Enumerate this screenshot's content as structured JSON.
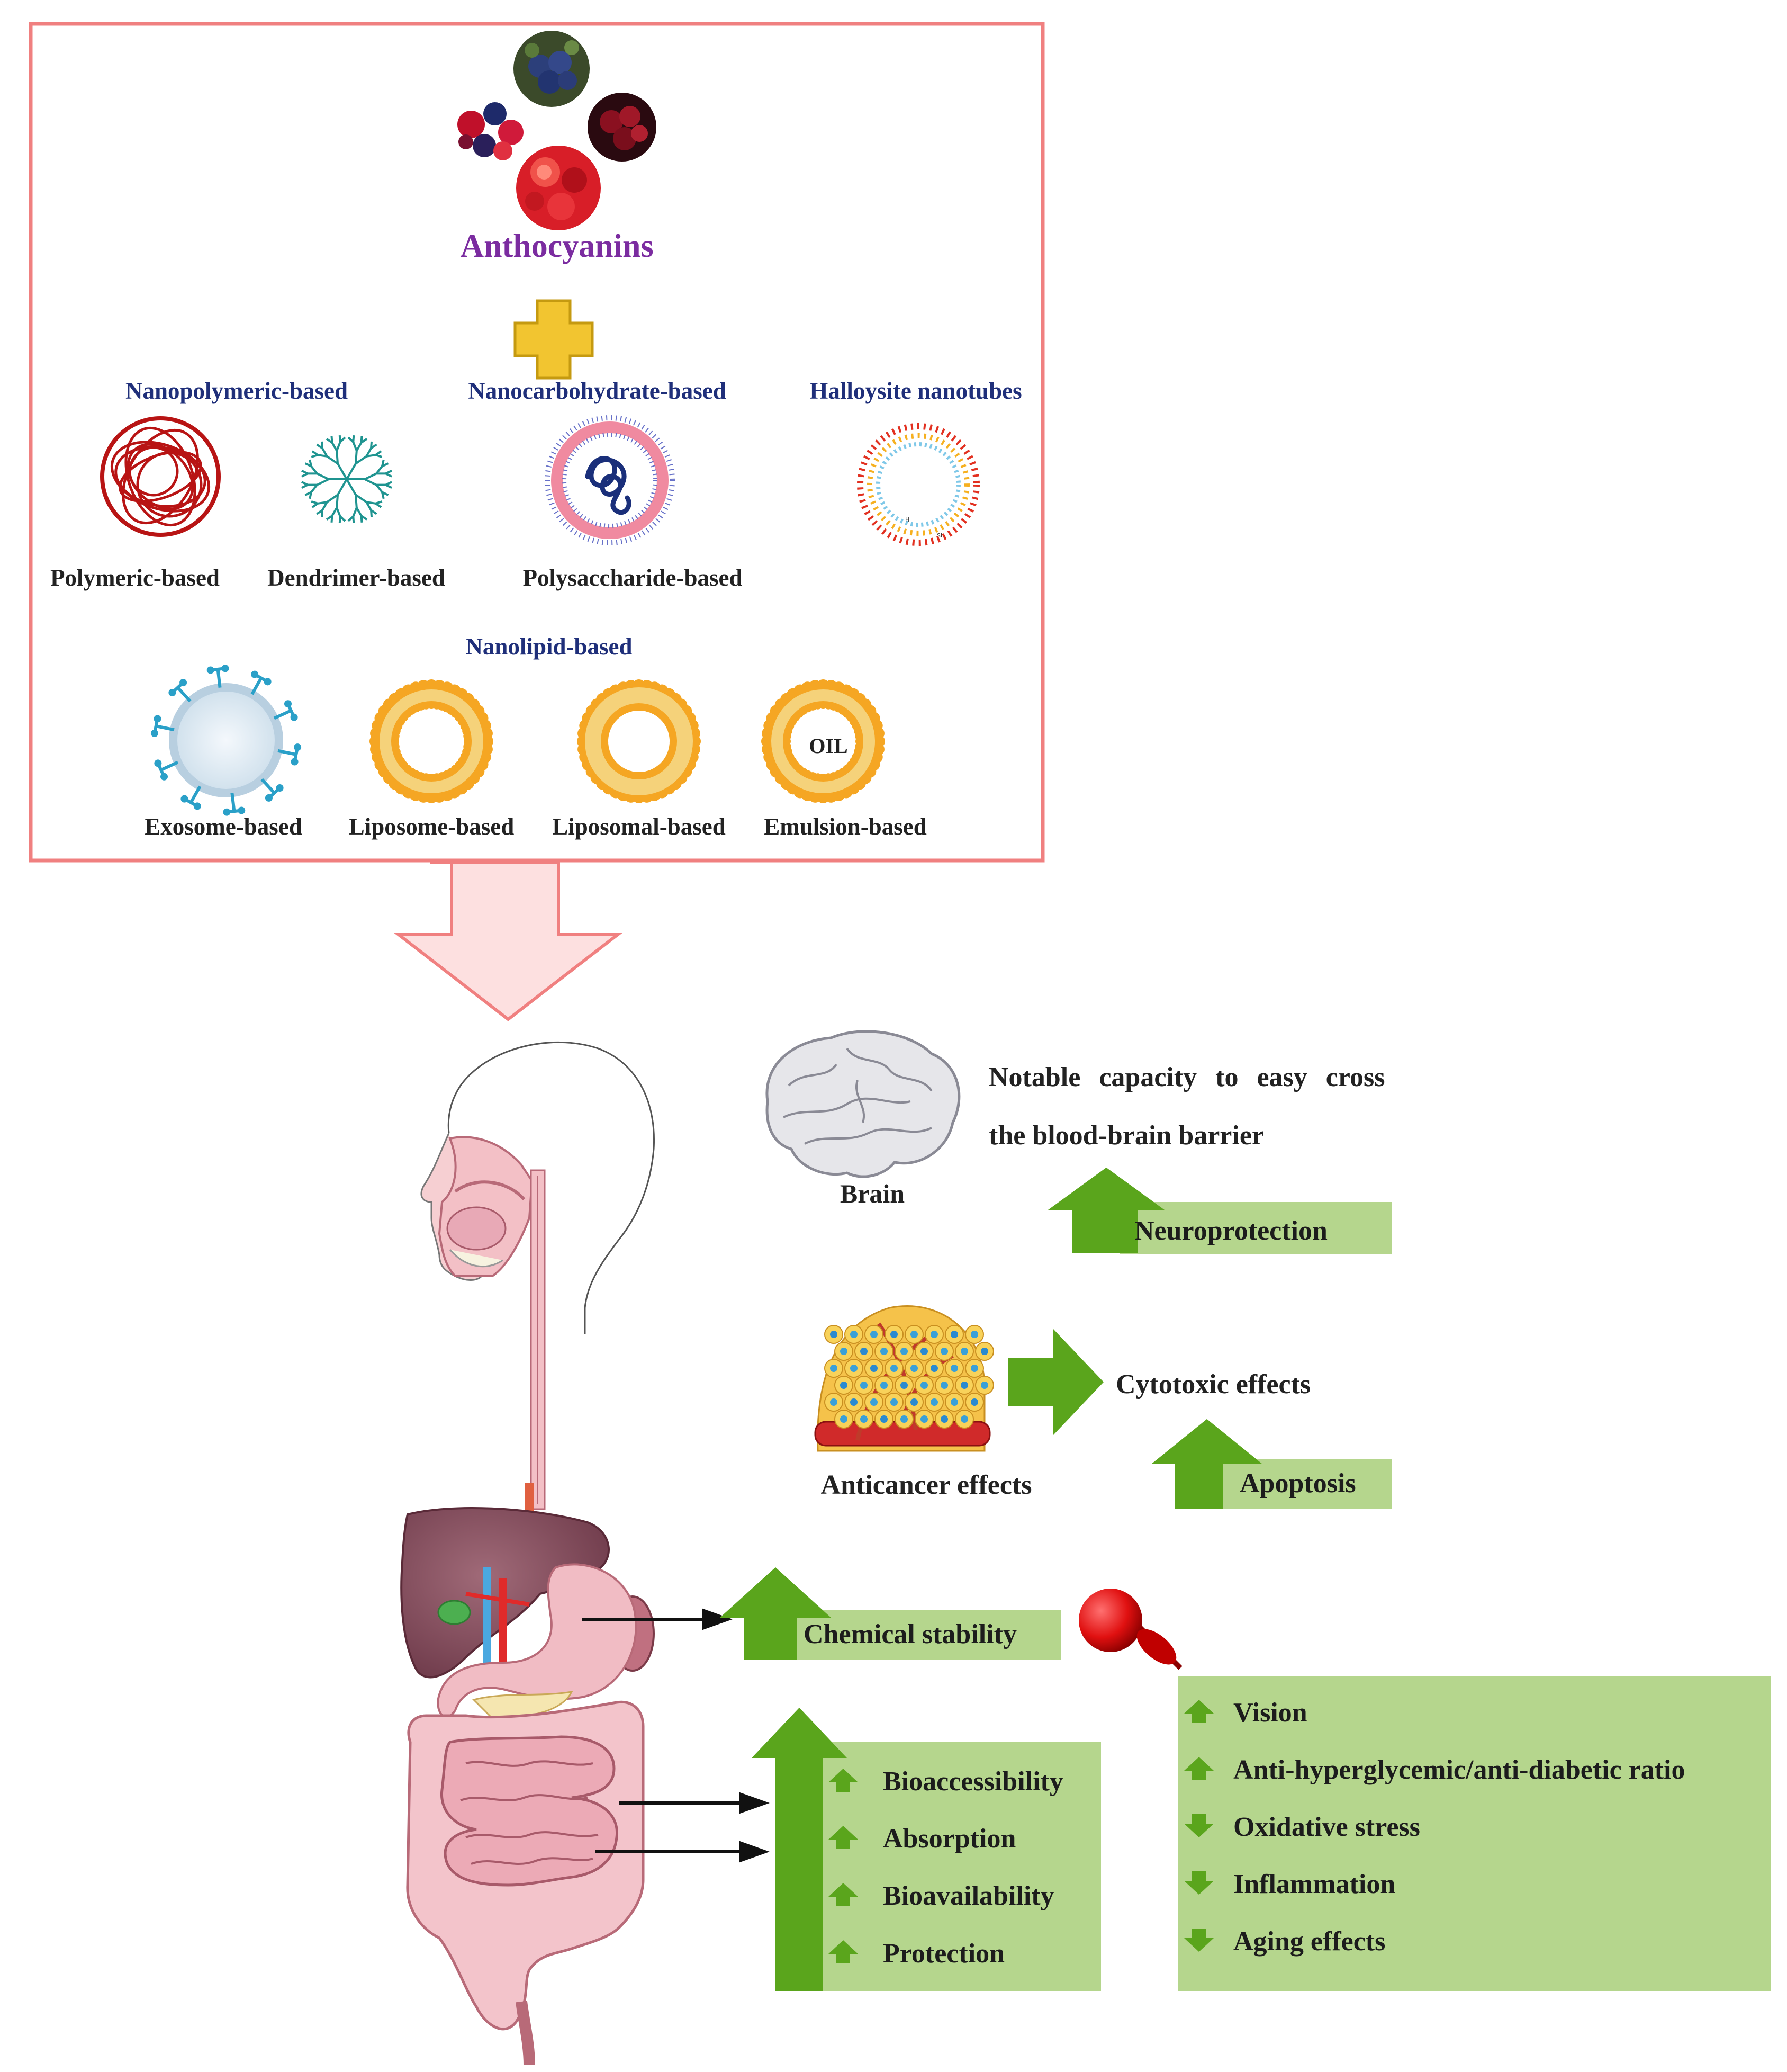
{
  "center_label": "Anthocyanins",
  "nanopolymeric": {
    "heading": "Nanopolymeric-based",
    "items": [
      "Polymeric-based",
      "Dendrimer-based"
    ]
  },
  "nanocarbohydrate": {
    "heading": "Nanocarbohydrate-based",
    "items": [
      "Polysaccharide-based"
    ]
  },
  "halloysite": {
    "heading": "Halloysite nanotubes"
  },
  "nanolipid": {
    "heading": "Nanolipid-based",
    "items": [
      "Exosome-based",
      "Liposome-based",
      "Liposomal-based",
      "Emulsion-based"
    ],
    "oil_label": "OIL"
  },
  "brain": {
    "label": "Brain",
    "note_line1": "Notable capacity to easy cross",
    "note_line2": "the blood-brain barrier",
    "effect": "Neuroprotection"
  },
  "cancer": {
    "label": "Anticancer effects",
    "effect": "Cytotoxic effects",
    "sub_effect": "Apoptosis"
  },
  "stomach": {
    "effect": "Chemical stability"
  },
  "intestine": {
    "effects": [
      "Bioaccessibility",
      "Absorption",
      "Bioavailability",
      "Protection"
    ]
  },
  "health": {
    "items": [
      {
        "label": "Vision",
        "direction": "up"
      },
      {
        "label": "Anti-hyperglycemic/anti-diabetic ratio",
        "direction": "up"
      },
      {
        "label": "Oxidative stress",
        "direction": "down"
      },
      {
        "label": "Inflammation",
        "direction": "down"
      },
      {
        "label": "Aging effects",
        "direction": "down"
      }
    ]
  },
  "colors": {
    "frame": "#f08080",
    "arrow_green": "#5aa51c",
    "box_green": "#b5d68d",
    "anthocyanin_purple": "#7b2ca0",
    "heading_navy": "#1f2f7a",
    "plus_gold": "#f2c530"
  }
}
